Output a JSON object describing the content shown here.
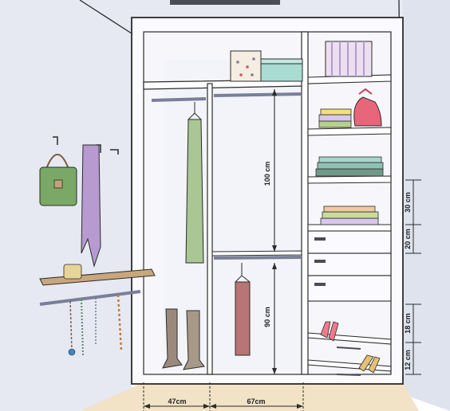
{
  "colors": {
    "wall": "#e6e9f2",
    "wall_right": "#dfe3ee",
    "wall_trim": "#cfd4e2",
    "floor": "#f2e2c6",
    "wardrobe": "#fbfbff",
    "outline": "#2b2b2b",
    "rod": "#7a7f99",
    "accent_dark": "#4b4c55"
  },
  "dimensions": {
    "hanging_upper": "100 cm",
    "hanging_lower": "90 cm",
    "shelf_gap_upper": "30 cm",
    "drawer_height": "20 cm",
    "shoe_shelf_upper": "18 cm",
    "shoe_shelf_lower": "12 cm",
    "width_left": "47cm",
    "width_middle": "67cm"
  },
  "items": {
    "icons": [
      "handbag-icon",
      "scarf-icon",
      "wall-hook-icon",
      "jewelry-shelf-icon",
      "boots-icon",
      "dress-icon",
      "shirt-icon",
      "hatbox-icon",
      "striped-box-icon",
      "gift-bag-icon",
      "folded-clothes-icon",
      "shoes-icon"
    ]
  }
}
